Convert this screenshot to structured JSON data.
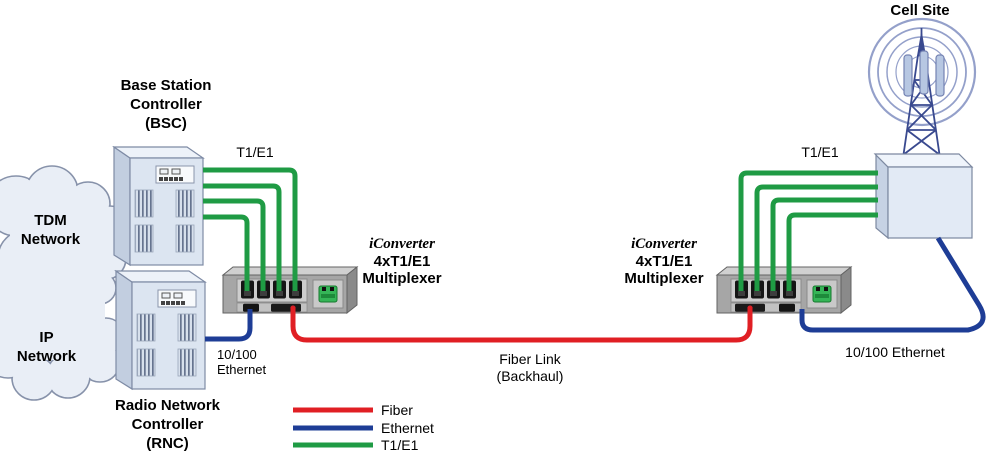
{
  "colors": {
    "fiber": "#e01f24",
    "ethernet": "#1e3d96",
    "t1e1": "#1f9b44"
  },
  "nodes": {
    "tdm_network": {
      "label_lines": [
        "TDM",
        "Network"
      ]
    },
    "ip_network": {
      "label_lines": [
        "IP",
        "Network"
      ]
    },
    "bsc": {
      "label_lines": [
        "Base Station",
        "Controller",
        "(BSC)"
      ]
    },
    "rnc": {
      "label_lines": [
        "Radio Network",
        "Controller",
        "(RNC)"
      ]
    },
    "mux_left": {
      "brand": "iConverter",
      "model": "4xT1/E1",
      "type": "Multiplexer"
    },
    "mux_right": {
      "brand": "iConverter",
      "model": "4xT1/E1",
      "type": "Multiplexer"
    },
    "cell_site": {
      "label": "Cell Site"
    }
  },
  "links": {
    "t1e1_left_label": "T1/E1",
    "t1e1_right_label": "T1/E1",
    "ethernet_left_label_lines": [
      "10/100",
      "Ethernet"
    ],
    "ethernet_right_label": "10/100 Ethernet",
    "fiber_label_lines": [
      "Fiber Link",
      "(Backhaul)"
    ]
  },
  "legend": {
    "items": [
      {
        "label": "Fiber",
        "color_key": "fiber"
      },
      {
        "label": "Ethernet",
        "color_key": "ethernet"
      },
      {
        "label": "T1/E1",
        "color_key": "t1e1"
      }
    ]
  }
}
